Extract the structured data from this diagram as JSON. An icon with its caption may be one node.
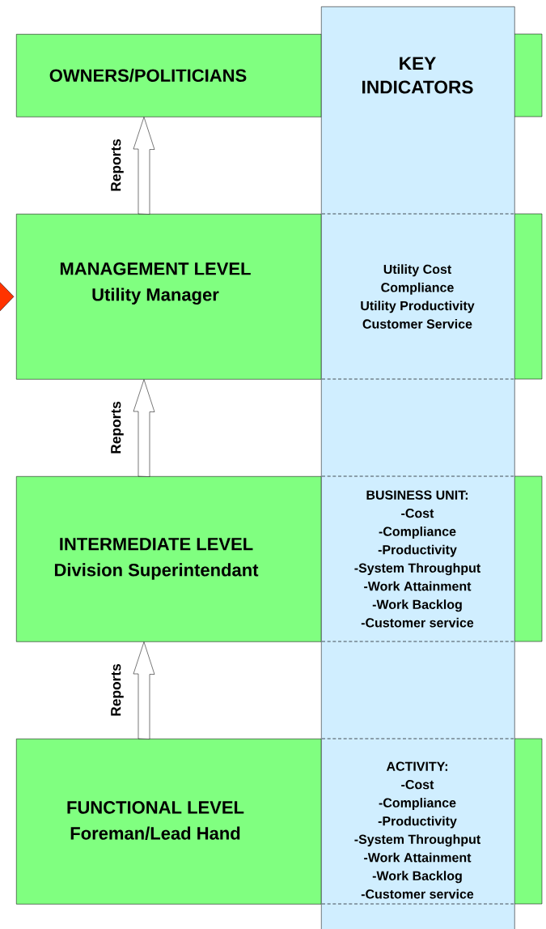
{
  "diagram": {
    "nodes": [
      {
        "text": [
          "OWNERS/POLITICIANS"
        ]
      },
      {
        "text": [
          "MANAGEMENT LEVEL",
          "Utility Manager"
        ]
      },
      {
        "text": [
          "INTERMEDIATE LEVEL",
          "Division Superintendant"
        ]
      },
      {
        "text": [
          "FUNCTIONAL LEVEL",
          "Foreman/Lead Hand"
        ]
      },
      {
        "text": [
          "KEY INDICATORS"
        ]
      },
      {
        "text": [
          "Utility Cost",
          "Compliance",
          "Utility Productivity",
          "Customer Service"
        ],
        "in": 4
      },
      {
        "text": [
          "BUSINESS UNIT:",
          "-Cost",
          "-Compliance",
          "-Productivity",
          "-System Throughput",
          "-Work Attainment",
          "-Work Backlog",
          "-Customer service"
        ],
        "in": 4
      },
      {
        "text": [
          "ACTIVITY:",
          "-Cost",
          "-Compliance",
          "-Productivity",
          "-System Throughput",
          "-Work Attainment",
          "-Work Backlog",
          "-Customer service"
        ],
        "in": 4
      }
    ],
    "edges": [
      {
        "from": 1,
        "to": 0,
        "arrow": "to",
        "label": "Reports"
      },
      {
        "from": 2,
        "to": 1,
        "arrow": "to",
        "label": "Reports"
      },
      {
        "from": 3,
        "to": 2,
        "arrow": "to",
        "label": "Reports"
      },
      {
        "from": null,
        "to": 1,
        "arrow": "to",
        "color": "#ff3300"
      }
    ]
  }
}
